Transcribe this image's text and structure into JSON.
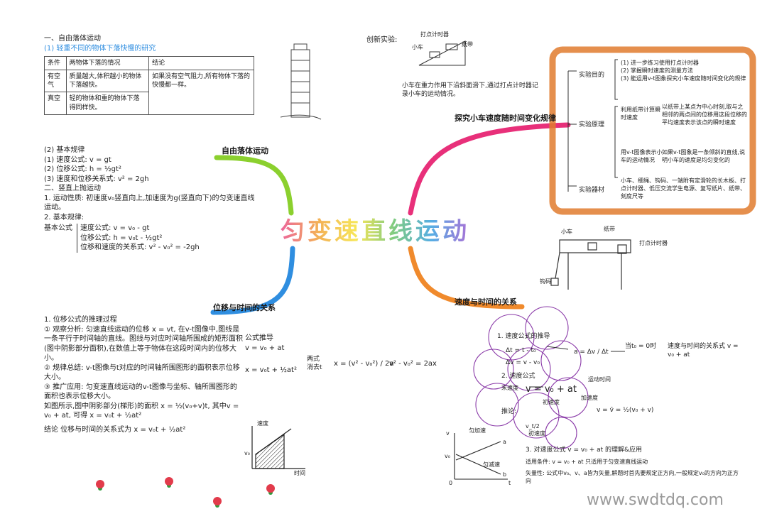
{
  "center": {
    "title": "匀变速直线运动"
  },
  "branches": {
    "free_fall": "自由落体运动",
    "explore": "探究小车速度随时间变化规律",
    "disp_time": "位移与时间的关系",
    "vel_time": "速度与时间的关系"
  },
  "top_left": {
    "h1": "一、自由落体运动",
    "h2": "(1) 轻重不同的物体下落快慢的研究",
    "table": {
      "headers": [
        "条件",
        "两物体下落的情况",
        "结论"
      ],
      "rows": [
        [
          "有空气",
          "质量越大,体积越小的物体下落越快。",
          "如果没有空气阻力,所有物体下落的快慢都一样。"
        ],
        [
          "真空",
          "轻的物体和重的物体下落得同样快。",
          ""
        ]
      ]
    },
    "law_title": "(2) 基本规律",
    "law1": "(1) 速度公式: v = gt",
    "law2": "(2) 位移公式: h = ½gt²",
    "law3": "(3) 速度和位移关系式: v² = 2gh",
    "up_title": "二、竖直上抛运动",
    "up1": "1. 运动性质: 初速度v₀竖直向上,加速度为g(竖直向下)的匀变速直线运动。",
    "up2": "2. 基本规律:",
    "up_basic": "基本公式",
    "up_f1": "速度公式: v = v₀ - gt",
    "up_f2": "位移公式: h = v₀t - ½gt²",
    "up_f3": "位移和速度的关系式: v² - v₀² = -2gh"
  },
  "bottom_left": {
    "title": "1. 位移公式的推理过程",
    "p1": "① 观察分析: 匀速直线运动的位移 x = vt, 在v-t图像中,图线是一条平行于时间轴的直线。图线与对应时间轴所围成的矩形面积(图中阴影部分面积),在数值上等于物体在这段时间内的位移大小。",
    "p2": "② 规律总结: v-t图像与t对应的时间轴所围图形的面积表示位移大小。",
    "p3": "③ 推广应用: 匀变速直线运动的v-t图像与坐标、轴所围图形的面积也表示位移大小。",
    "p4": "如图所示,图中阴影部分(梯形)的面积 x = ½(v₀+v)t, 其中v = v₀ + at, 可得 x = v₀t + ½at²",
    "conclusion": "结论  位移与时间的关系式为 x = v₀t + ½at²",
    "formula_title": "公式推导",
    "f_v": "v = v₀ + at",
    "f_x": "x = v₀t + ½at²",
    "f_elim": "消去t",
    "f_elim2": "两式",
    "f_result": "x = (v² - v₀²) / 2a",
    "f_final": "v² - v₀² = 2ax",
    "graph_v": "速度",
    "graph_t": "时间",
    "graph_v0": "v₀"
  },
  "top_right": {
    "demo_title": "创新实验:",
    "timer_label": "打点计时器",
    "cart_label": "小车",
    "tape_label": "纸带",
    "demo_desc": "小车在重力作用下沿斜面滑下,通过打点计时器记录小车的运动情况。",
    "purpose": "实验目的",
    "purpose_items": [
      "(1) 进一步练习使用打点计时器",
      "(2) 掌握瞬时速度的测量方法",
      "(3) 能运用v-t图象探究小车速度随时间变化的规律"
    ],
    "principle": "实验原理",
    "principle_a": "利用纸带计算瞬时速度",
    "principle_a_text": "以纸带上某点为中心时刻,取与之相邻的两点间的位移用这段位移的平均速度表示该点的瞬时速度",
    "principle_b": "用v-t图像表示小车的运动情况",
    "principle_b_text": "如果v-t图象是一条倾斜的直线,说明小车的速度是均匀变化的",
    "equipment": "实验器材",
    "equipment_text": "小车、细绳、钩码、一端附有定滑轮的长木板、打点计时器、低压交流学生电源、复写纸片、纸带、刻度尺等",
    "apparatus_cart": "小车",
    "apparatus_tape": "纸带",
    "apparatus_timer": "打点计时器",
    "apparatus_hook": "钩码"
  },
  "bottom_right": {
    "t1": "1. 速度公式的推导",
    "dt": "Δt = t - t₀",
    "dv": "Δv = v - v₀",
    "a_def": "a = Δv / Δt",
    "when": "当t₀ = 0时",
    "rel": "速度与时间的关系式 v = v₀ + at",
    "t2": "2. 速度公式",
    "speed_formula": "v = v₀ + at",
    "end_speed": "末速度",
    "initial_speed": "初速度",
    "accel": "加速度",
    "time_v": "运动时间",
    "infer": "推论:",
    "v_mid": "v = v̄ = ½(v₀ + v)",
    "v_half_t": "v_t/2",
    "v_half": "初速度",
    "t3": "3. 对速度公式 v = v₀ + at 的理解&应用",
    "apply_cond": "适用条件: v = v₀ + at 只适用于匀变速直线运动",
    "vector": "矢量性: 公式中v₀、v、a皆为矢量,解题时首先要规定正方向,一般规定v₀的方向为正方向",
    "graph_acc": "匀加速",
    "graph_dec": "匀减速",
    "graph_a": "a",
    "graph_b": "b",
    "graph_v": "v",
    "graph_v0": "v₀",
    "graph_t": "t",
    "graph_o": "0"
  },
  "watermark": "www.swdtdq.com",
  "colors": {
    "green": "#8bd02e",
    "pink": "#e8307a",
    "blue": "#2f8ee0",
    "orange": "#f08a2c",
    "brown": "#e07b2e",
    "purple": "#8a3aa8"
  }
}
